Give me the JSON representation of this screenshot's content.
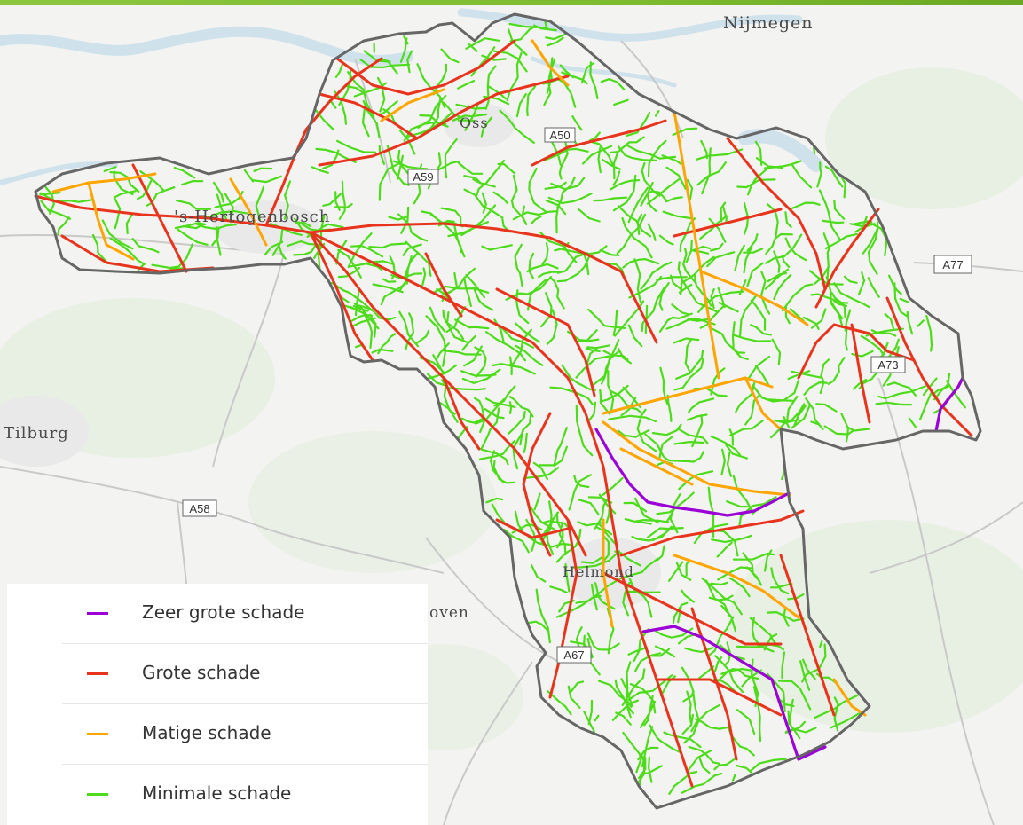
{
  "map": {
    "places": {
      "nijmegen": "Nijmegen",
      "oss": "Oss",
      "denbosch": "'s-Hertogenbosch",
      "tilburg": "Tilburg",
      "helmond": "Helmond",
      "eindhoven": "oven"
    },
    "roads": {
      "a58": "A58",
      "a67": "A67",
      "a77": "A77",
      "a73": "A73",
      "a59": "A59",
      "a50": "A50"
    },
    "colors": {
      "zeer_grote": "#9b00d6",
      "grote": "#e8341c",
      "matige": "#ffa500",
      "minimale": "#4ddc1a",
      "boundary": "#666666",
      "water": "#cfe2ec",
      "land": "#f3f3f1",
      "green_land": "#e6efe1"
    }
  },
  "legend": {
    "items": [
      {
        "label": "Zeer grote schade",
        "color": "#9b00d6"
      },
      {
        "label": "Grote schade",
        "color": "#e8341c"
      },
      {
        "label": "Matige schade",
        "color": "#ffa500"
      },
      {
        "label": "Minimale schade",
        "color": "#4ddc1a"
      }
    ]
  }
}
